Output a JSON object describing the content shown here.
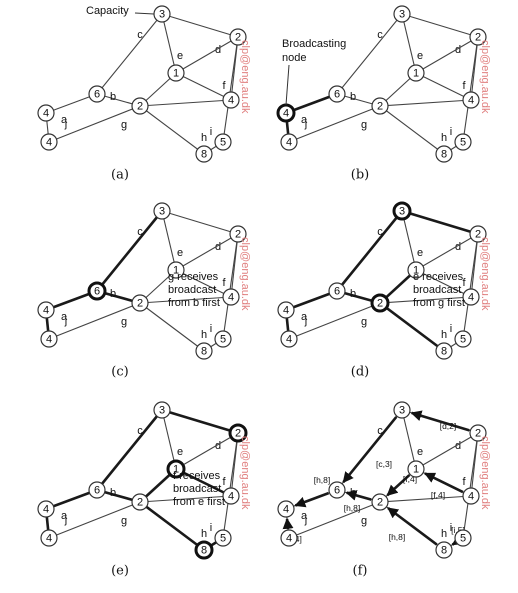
{
  "watermark": "clp@eng.au.dk",
  "labels": {
    "capacity": "Capacity",
    "broadcast_node_1": "Broadcasting",
    "broadcast_node_2": "node",
    "c_note": [
      "g receives",
      "broadcast",
      "from b first"
    ],
    "d_note": [
      "e receives",
      "broadcast",
      "from g first"
    ],
    "e_note": [
      "f receives",
      "broadcast",
      "from e first"
    ]
  },
  "graph": {
    "nodes": [
      {
        "id": "n3",
        "value": "3"
      },
      {
        "id": "n2",
        "value": "2"
      },
      {
        "id": "n6",
        "value": "6"
      },
      {
        "id": "n1",
        "value": "1"
      },
      {
        "id": "n4a",
        "value": "4"
      },
      {
        "id": "g2",
        "value": "2"
      },
      {
        "id": "f4",
        "value": "4"
      },
      {
        "id": "j4",
        "value": "4"
      },
      {
        "id": "n8",
        "value": "8"
      },
      {
        "id": "n5",
        "value": "5"
      }
    ],
    "edges": [
      {
        "id": "c",
        "label": "c",
        "from": "n3",
        "to": "n6"
      },
      {
        "id": "d",
        "label": "d",
        "from": "n3",
        "to": "n2"
      },
      {
        "id": "e",
        "label": "e",
        "from": "n3",
        "to": "n1"
      },
      {
        "id": "n2n1",
        "label": "",
        "from": "n2",
        "to": "n1"
      },
      {
        "id": "n2f4",
        "label": "",
        "from": "n2",
        "to": "f4"
      },
      {
        "id": "n2n5",
        "label": "",
        "from": "n2",
        "to": "n5"
      },
      {
        "id": "b",
        "label": "b",
        "from": "n6",
        "to": "g2"
      },
      {
        "id": "a",
        "label": "a",
        "from": "n6",
        "to": "n4a"
      },
      {
        "id": "g",
        "label": "g",
        "from": "g2",
        "to": "n1"
      },
      {
        "id": "f",
        "label": "f",
        "from": "n1",
        "to": "f4"
      },
      {
        "id": "g2f4",
        "label": "",
        "from": "g2",
        "to": "f4"
      },
      {
        "id": "g2j4",
        "label": "",
        "from": "g2",
        "to": "j4"
      },
      {
        "id": "h",
        "label": "h",
        "from": "g2",
        "to": "n8"
      },
      {
        "id": "j",
        "label": "j",
        "from": "n4a",
        "to": "j4"
      },
      {
        "id": "i",
        "label": "i",
        "from": "n8",
        "to": "n5"
      }
    ]
  },
  "panels": [
    {
      "caption": "(a)",
      "bold_nodes": [],
      "bold_edges": []
    },
    {
      "caption": "(b)",
      "bold_nodes": [
        "n4a"
      ],
      "bold_edges": [
        "a",
        "j"
      ]
    },
    {
      "caption": "(c)",
      "bold_nodes": [
        "n6"
      ],
      "bold_edges": [
        "a",
        "j",
        "c",
        "b"
      ]
    },
    {
      "caption": "(d)",
      "bold_nodes": [
        "n3",
        "g2"
      ],
      "bold_edges": [
        "a",
        "j",
        "c",
        "b",
        "d",
        "g",
        "h"
      ]
    },
    {
      "caption": "(e)",
      "bold_nodes": [
        "n2",
        "n1",
        "n8"
      ],
      "bold_edges": [
        "a",
        "j",
        "c",
        "b",
        "d",
        "g",
        "h",
        "f",
        "i"
      ]
    },
    {
      "caption": "(f)",
      "bold_nodes": [],
      "bold_edges": []
    }
  ],
  "tree_labels": [
    "[c,3]",
    "[d,2]",
    "[h,8]",
    "[f,4]",
    "[h,8]",
    "[f,4]",
    "[j,4]",
    "[h,8]",
    "[i,5]"
  ]
}
